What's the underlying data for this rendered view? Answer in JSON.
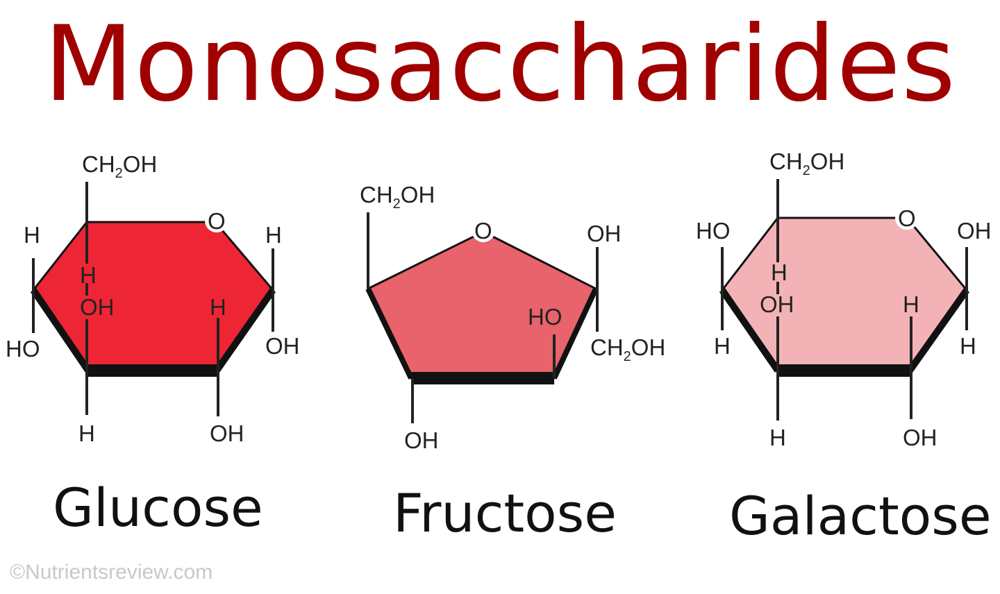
{
  "title": "Monosaccharides",
  "credit": "©Nutrientsreview.com",
  "colors": {
    "title": "#a00000",
    "glucose_fill": "#ee2535",
    "fructose_fill": "#e8636b",
    "galactose_fill": "#f3b3b6"
  },
  "labels": {
    "ring_oxygen": "O",
    "ch2oh_prefix": "CH",
    "ch2oh_subscript": "2",
    "ch2oh_suffix": "OH",
    "h": "H",
    "oh": "OH",
    "ho": "HO"
  },
  "molecules": {
    "glucose": {
      "name": "Glucose"
    },
    "fructose": {
      "name": "Fructose"
    },
    "galactose": {
      "name": "Galactose"
    }
  }
}
